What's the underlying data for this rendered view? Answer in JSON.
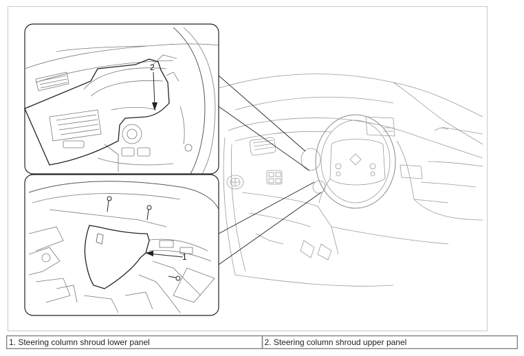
{
  "diagram": {
    "callouts": {
      "upper": "2",
      "lower": "1"
    }
  },
  "legend": {
    "items": [
      "1. Steering column shroud lower panel",
      "2. Steering column shroud upper panel"
    ]
  }
}
